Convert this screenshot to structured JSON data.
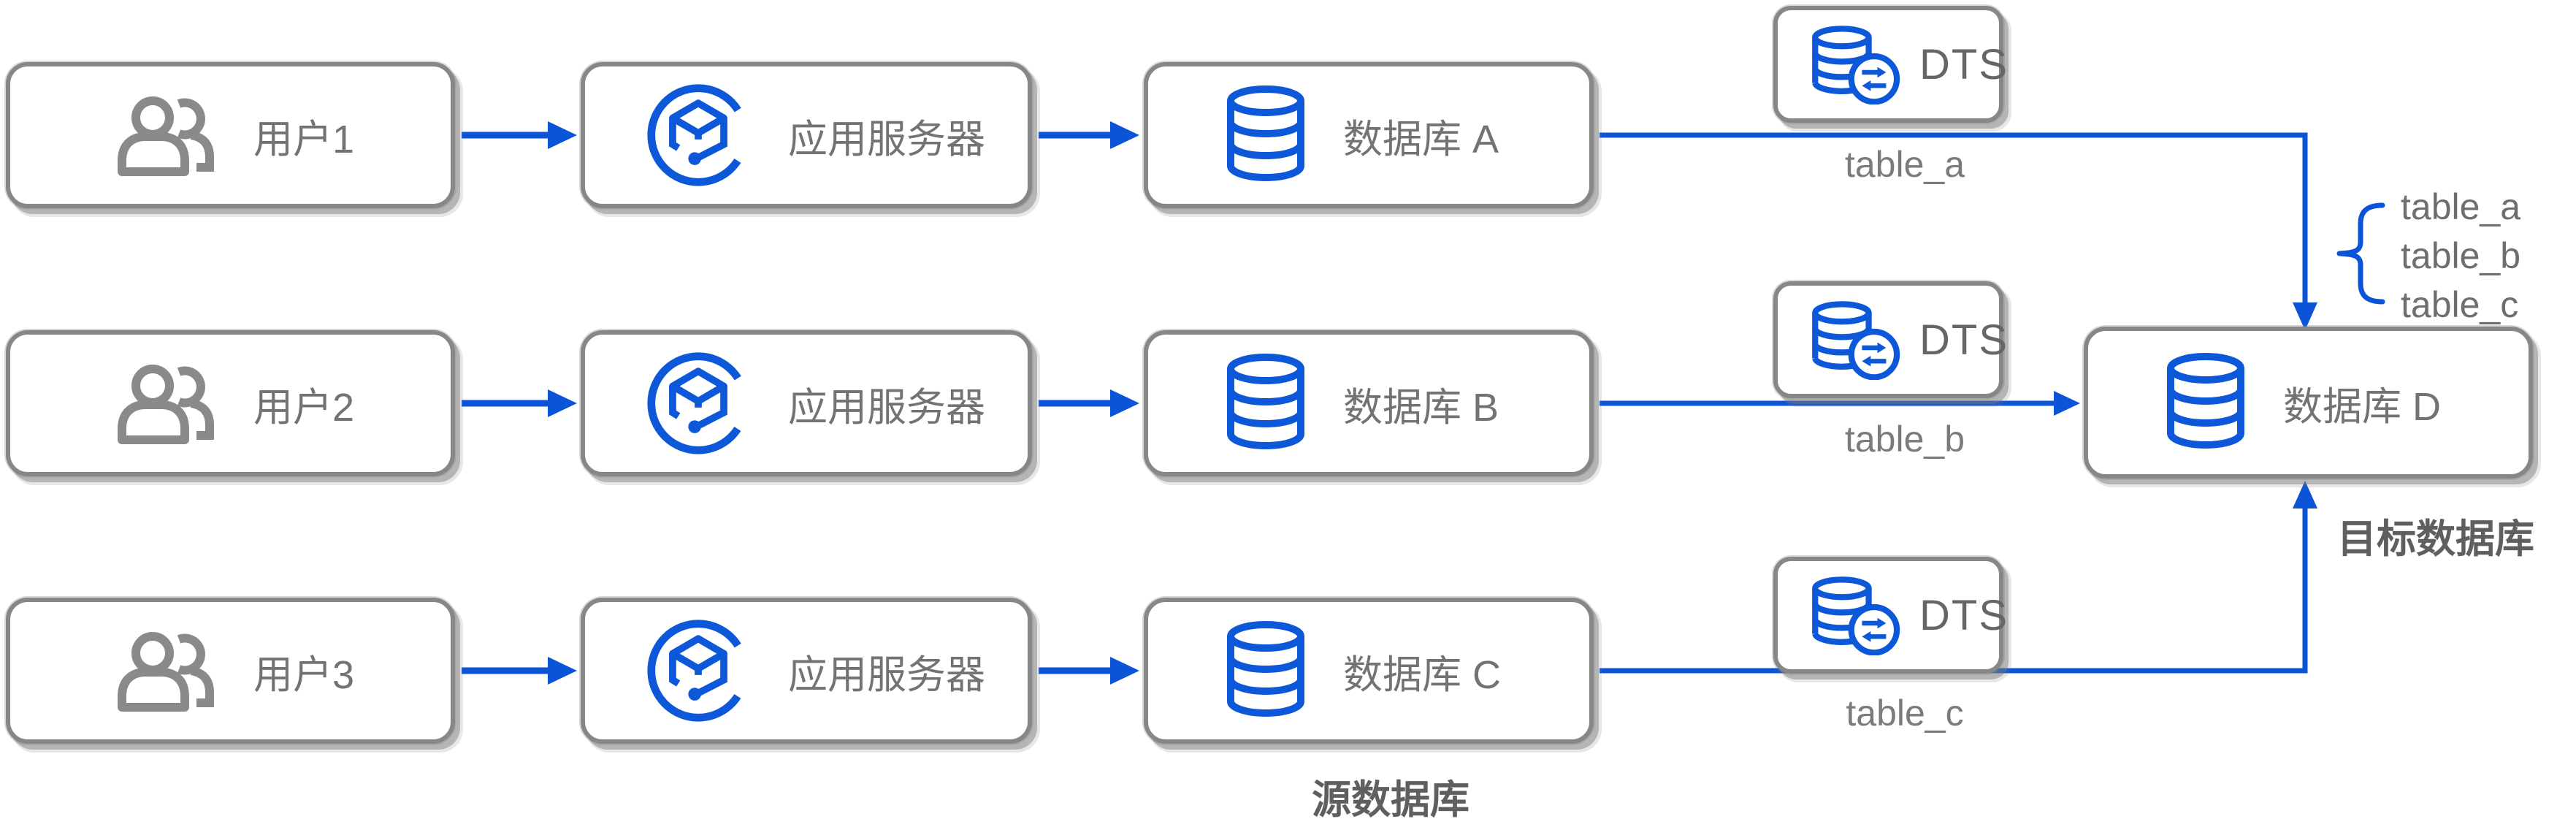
{
  "diagram": {
    "rows": [
      {
        "user": "用户1",
        "app": "应用服务器",
        "db": "数据库 A",
        "dts": "DTS",
        "table": "table_a"
      },
      {
        "user": "用户2",
        "app": "应用服务器",
        "db": "数据库 B",
        "dts": "DTS",
        "table": "table_b"
      },
      {
        "user": "用户3",
        "app": "应用服务器",
        "db": "数据库 C",
        "dts": "DTS",
        "table": "table_c"
      }
    ],
    "target": {
      "db": "数据库 D",
      "caption": "目标数据库",
      "tables": [
        "table_a",
        "table_b",
        "table_c"
      ]
    },
    "source_caption": "源数据库",
    "colors": {
      "arrow_blue": "#0b53d7",
      "icon_blue": "#0d57d9",
      "border_gray": "#878787",
      "user_icon_gray": "#8a8a8a",
      "label_gray": "#737373",
      "caption_gray": "#5f5f5f"
    }
  }
}
